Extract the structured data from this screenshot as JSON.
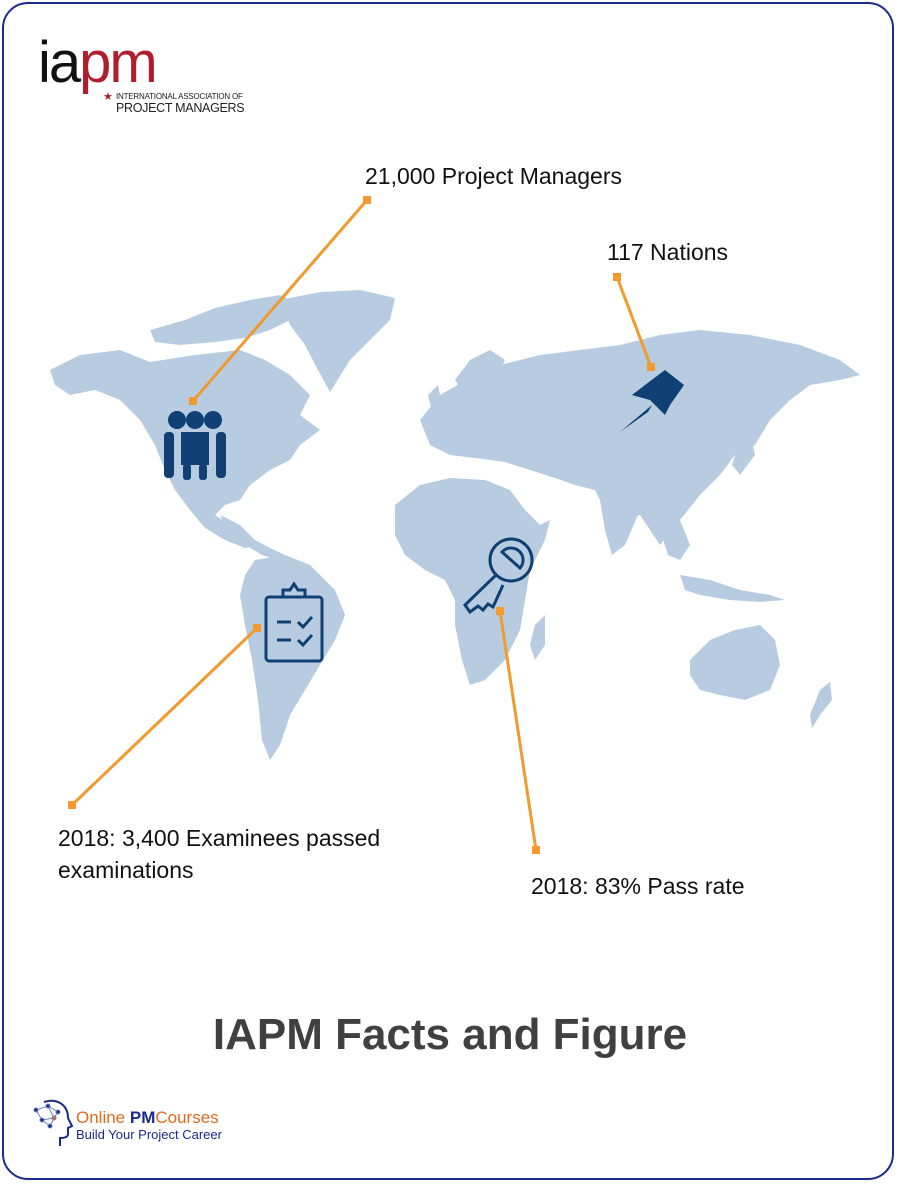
{
  "header": {
    "logo": {
      "letters_black": "ia",
      "letters_red": "pm",
      "tagline_line1": "INTERNATIONAL ASSOCIATION OF",
      "tagline_line2": "PROJECT MANAGERS",
      "star_icon": "star-icon"
    }
  },
  "colors": {
    "frame_border": "#1c2a8c",
    "map_land": "#b7cce0",
    "icon_blue": "#0f3f73",
    "callout_orange": "#f29a2e",
    "logo_red": "#b01d2c",
    "title_gray": "#404040"
  },
  "facts": [
    {
      "id": "project-managers",
      "text": "21,000 Project Managers",
      "icon": "people-group-icon"
    },
    {
      "id": "nations",
      "text": "117 Nations",
      "icon": "pushpin-icon"
    },
    {
      "id": "examinees",
      "line1": "2018: 3,400 Examinees passed",
      "line2": "examinations",
      "icon": "clipboard-checklist-icon"
    },
    {
      "id": "pass-rate",
      "text": "2018: 83% Pass rate",
      "icon": "key-icon"
    }
  ],
  "title": "IAPM Facts and Figure",
  "footer": {
    "brand_online": "Online ",
    "brand_pm": "PM",
    "brand_courses": "Courses",
    "tagline": "Build Your Project Career",
    "icon": "brain-network-head-icon"
  }
}
